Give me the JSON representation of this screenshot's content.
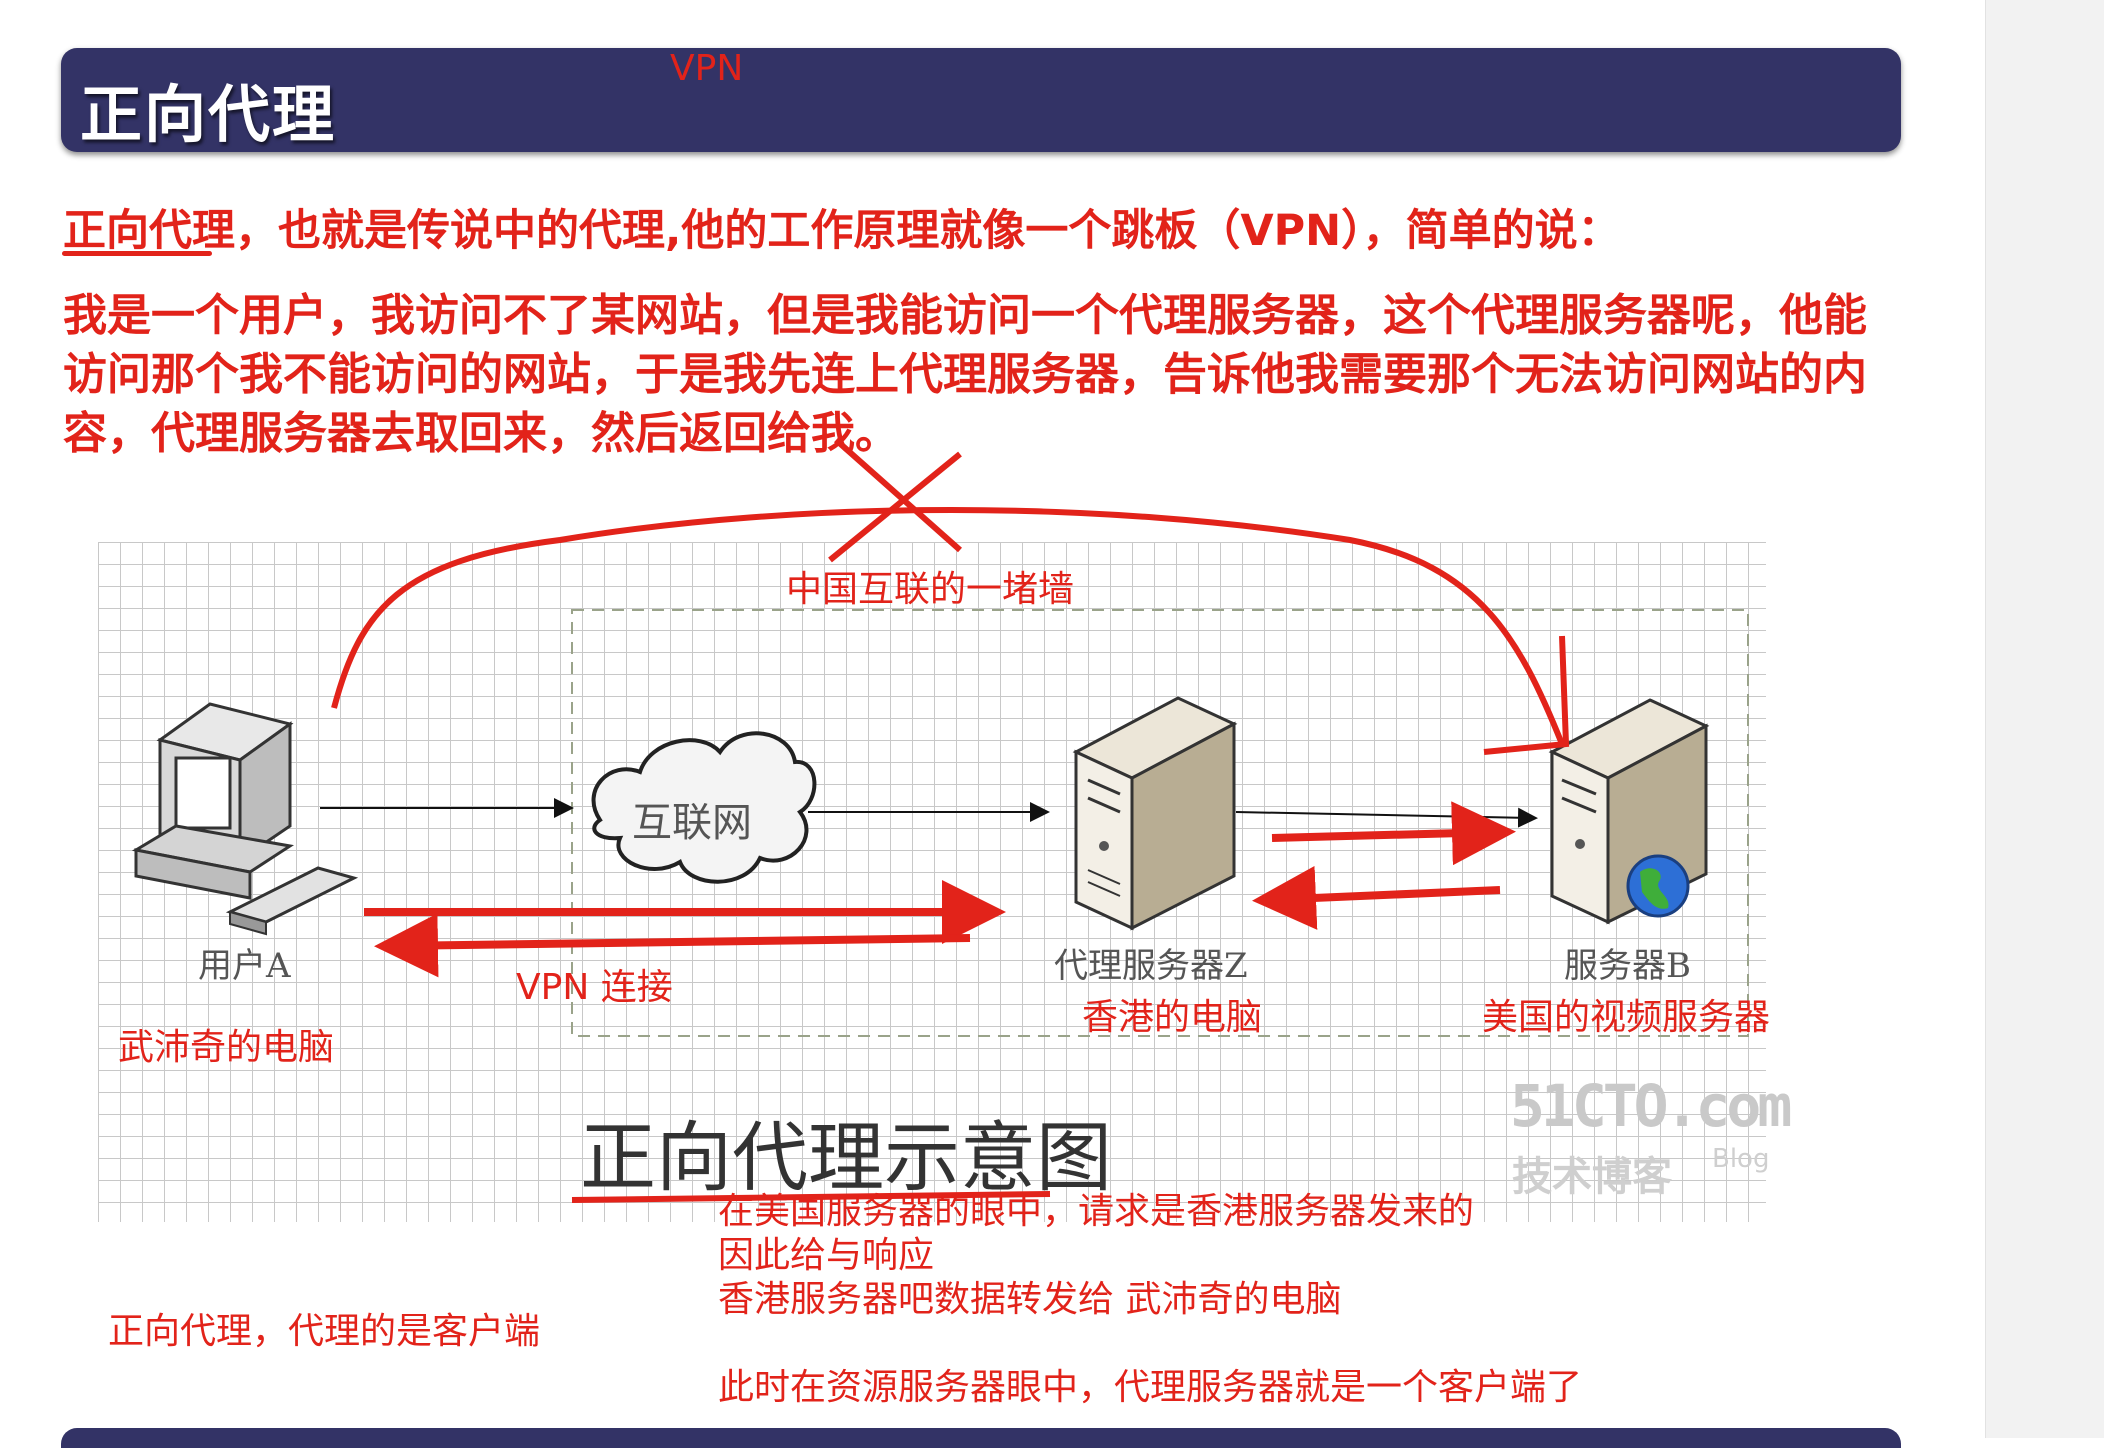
{
  "header": {
    "title": "正向代理",
    "handwritten_note": "VPN"
  },
  "intro": {
    "text": "正向代理，也就是传说中的代理,他的工作原理就像一个跳板（VPN），简单的说："
  },
  "paragraph": {
    "text": "我是一个用户，我访问不了某网站，但是我能访问一个代理服务器，这个代理服务器呢，他能访问那个我不能访问的网站，于是我先连上代理服务器，告诉他我需要那个无法访问网站的内容，代理服务器去取回来，然后返回给我。"
  },
  "diagram": {
    "cloud_label": "互联网",
    "user_label": "用户A",
    "proxy_label": "代理服务器Z",
    "server_label": "服务器B",
    "caption": "正向代理示意图",
    "watermark_site": "51CTO.com",
    "watermark_blog": "技术博客",
    "watermark_blog_suffix": "Blog"
  },
  "annotations": {
    "wall": "中国互联的一堵墙",
    "vpn_connection": "VPN 连接",
    "user_pc": "武沛奇的电脑",
    "hk_pc": "香港的电脑",
    "us_server": "美国的视频服务器",
    "summary": "正向代理，代理的是客户端",
    "explain_1": "在美国服务器的眼中，请求是香港服务器发来的",
    "explain_2": "因此给与响应",
    "explain_3": "香港服务器吧数据转发给 武沛奇的电脑",
    "explain_4": "此时在资源服务器眼中，代理服务器就是一个客户端了"
  },
  "colors": {
    "title_bar": "#333366",
    "annotation_red": "#e2231a",
    "page_bg": "#ffffff"
  }
}
